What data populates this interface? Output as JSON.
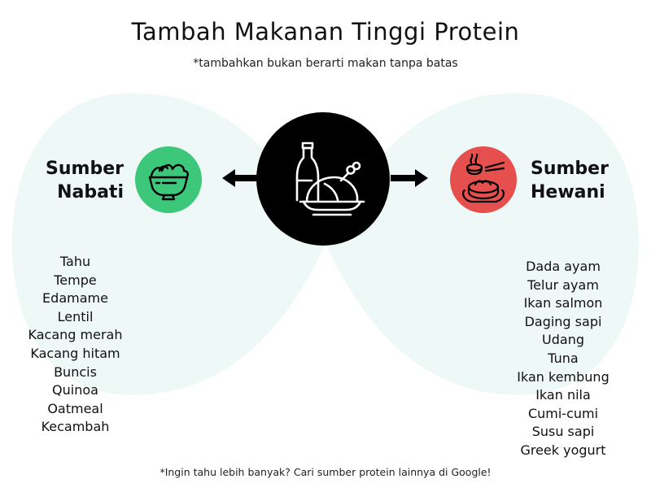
{
  "title": "Tambah Makanan Tinggi Protein",
  "subtitle": "*tambahkan bukan berarti makan tanpa batas",
  "left": {
    "heading_line1": "Sumber",
    "heading_line2": "Nabati",
    "icon": "salad-bowl-icon",
    "color": "#3dc77a",
    "items": [
      "Tahu",
      "Tempe",
      "Edamame",
      "Lentil",
      "Kacang merah",
      "Kacang hitam",
      "Buncis",
      "Quinoa",
      "Oatmeal",
      "Kecambah"
    ]
  },
  "right": {
    "heading_line1": "Sumber",
    "heading_line2": "Hewani",
    "icon": "dumpling-bowl-icon",
    "color": "#e5504f",
    "items": [
      "Dada ayam",
      "Telur ayam",
      "Ikan salmon",
      "Daging sapi",
      "Udang",
      "Tuna",
      "Ikan kembung",
      "Ikan nila",
      "Cumi-cumi",
      "Susu sapi",
      "Greek yogurt"
    ]
  },
  "center": {
    "icon": "roast-chicken-bottle-icon",
    "color": "#000000"
  },
  "background_color": "#eef8f6",
  "footer": "*Ingin tahu lebih banyak? Cari sumber protein lainnya di Google!"
}
